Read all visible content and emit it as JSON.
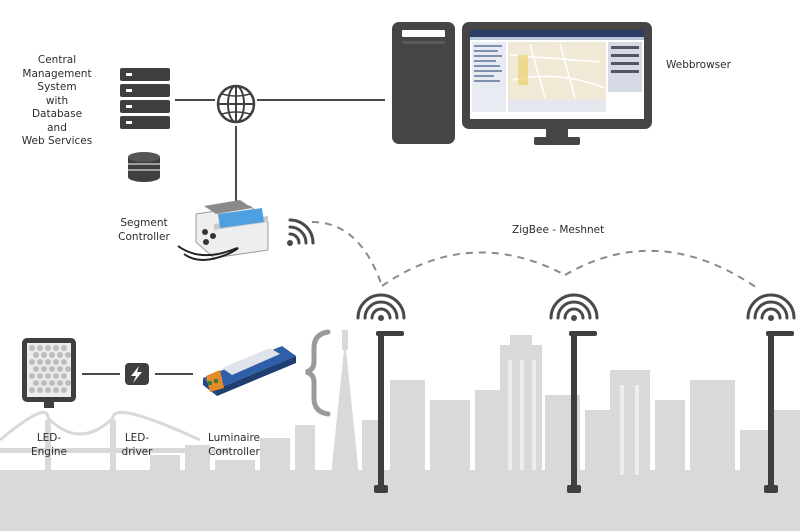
{
  "labels": {
    "cms": [
      "Central",
      "Management",
      "System",
      "with",
      "Database",
      "and",
      "Web Services"
    ],
    "webbrowser": "Webbrowser",
    "segment_controller": [
      "Segment",
      "Controller"
    ],
    "network": "ZigBee - Meshnet",
    "led_engine": [
      "LED-",
      "Engine"
    ],
    "led_driver": [
      "LED-",
      "driver"
    ],
    "luminaire_controller": [
      "Luminaire",
      "Controller"
    ]
  },
  "colors": {
    "dark": "#3f3f3f",
    "skyline": "#d8d8d8",
    "connector": "#4a4a4a",
    "dashed": "#8a8a8a",
    "driver_blue": "#2f5fa8"
  }
}
